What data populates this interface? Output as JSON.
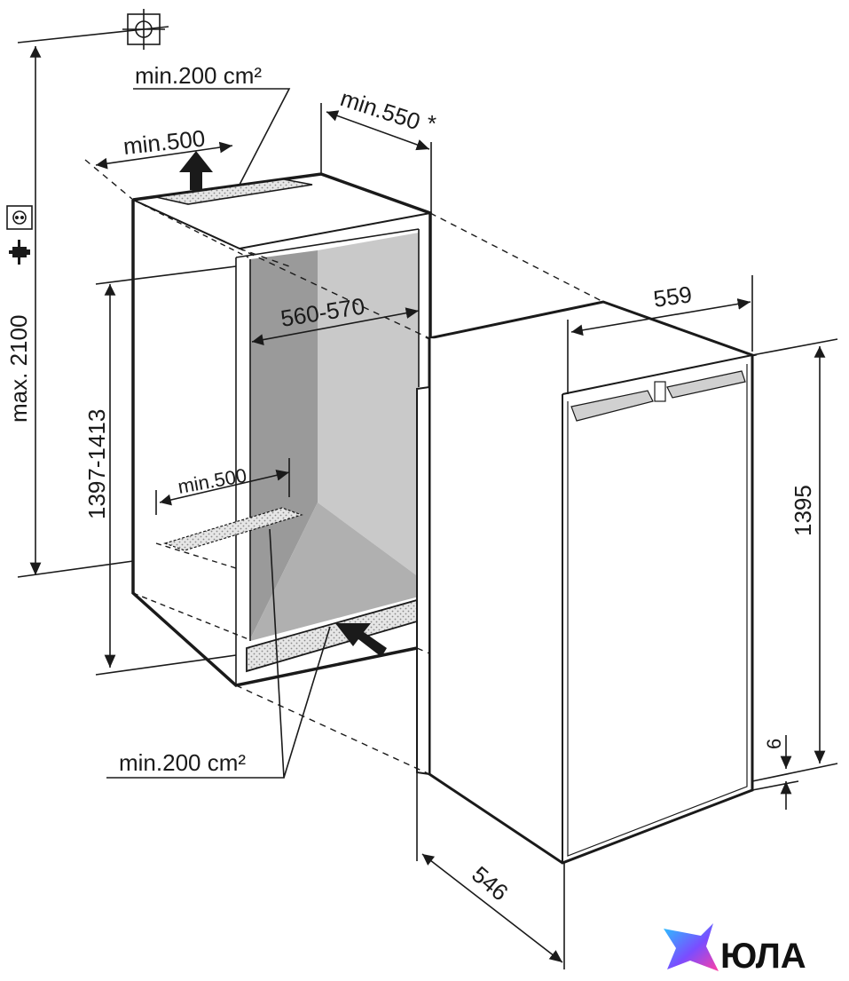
{
  "labels": {
    "vent_top_area": "min.200 cm²",
    "vent_top_width": "min.500",
    "depth_min": "min.550",
    "depth_asterisk": "*",
    "niche_width": "560-570",
    "max_height": "max. 2100",
    "niche_height": "1397-1413",
    "vent_bottom_width": "min.500",
    "vent_bottom_area": "min.200 cm²",
    "appliance_width": "559",
    "appliance_height": "1395",
    "appliance_depth": "546",
    "gap": "6"
  },
  "icons": {
    "top_symbol": "centering-crosshair-icon",
    "socket": "power-socket-icon",
    "plug": "power-plug-icon",
    "arrow_up": "airflow-up-arrow-icon",
    "arrow_in": "airflow-in-arrow-icon"
  },
  "logo": {
    "text": "ЮЛА"
  },
  "colors": {
    "line": "#1a1a1a",
    "niche_interior_light": "#c9c9c9",
    "niche_interior_dark": "#9a9a9a",
    "logo_gradient": [
      "#27c6ff",
      "#7a4dff",
      "#ff3fa4"
    ]
  }
}
